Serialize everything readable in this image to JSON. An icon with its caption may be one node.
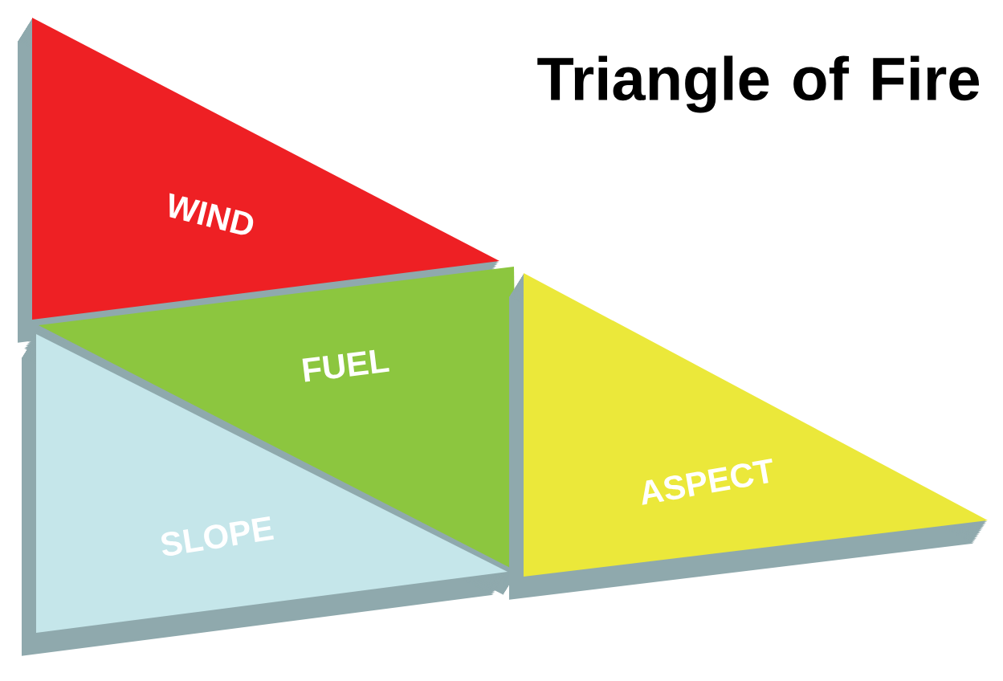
{
  "diagram": {
    "title": "Triangle of Fire",
    "nodes": [
      {
        "text": [
          "WIND"
        ]
      },
      {
        "text": [
          "FUEL"
        ]
      },
      {
        "text": [
          "SLOPE"
        ]
      },
      {
        "text": [
          "ASPECT"
        ]
      }
    ]
  }
}
